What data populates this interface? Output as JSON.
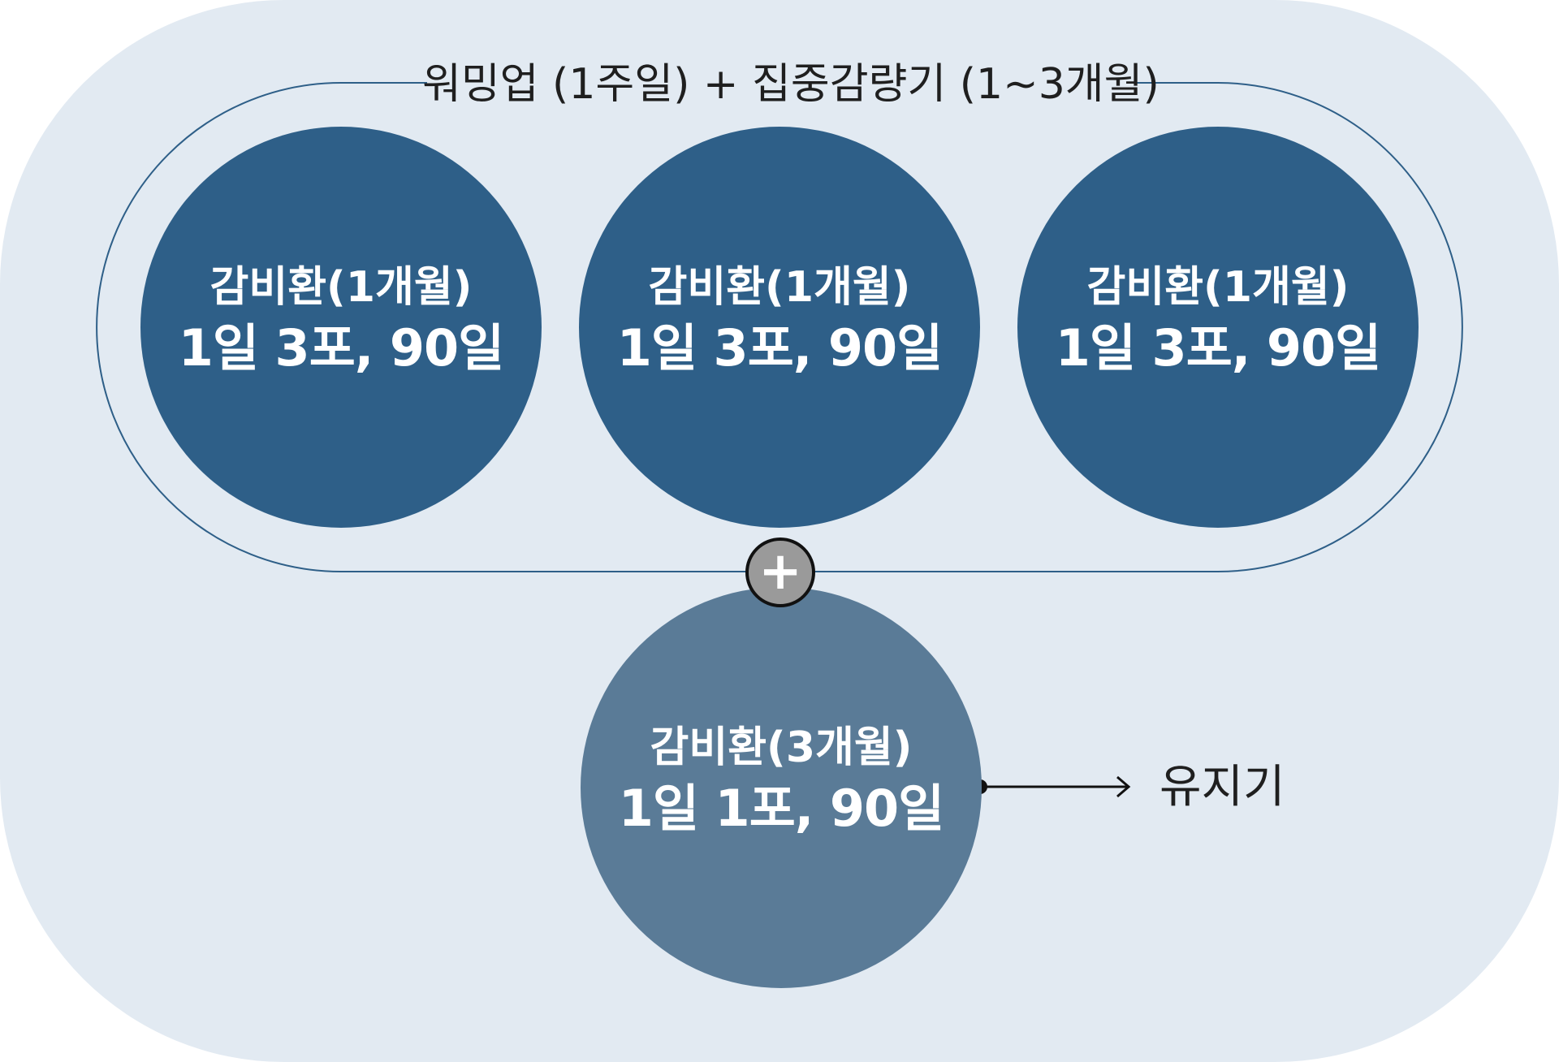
{
  "diagram": {
    "group_label": "워밍업 (1주일) + 집중감량기 (1~3개월)",
    "top_circles": [
      {
        "title": "감비환(1개월)",
        "dose": "1일 3포, 90일"
      },
      {
        "title": "감비환(1개월)",
        "dose": "1일 3포, 90일"
      },
      {
        "title": "감비환(1개월)",
        "dose": "1일 3포, 90일"
      }
    ],
    "connector_symbol": "+",
    "bottom_circle": {
      "title": "감비환(3개월)",
      "dose": "1일 1포, 90일"
    },
    "maintenance_label": "유지기",
    "colors": {
      "background_panel": "#e2eaf2",
      "intensive_circle": "#2e5f88",
      "maintenance_circle": "#5a7b97",
      "outline": "#2e5f88",
      "plus_node": "#9a9a9a"
    }
  }
}
